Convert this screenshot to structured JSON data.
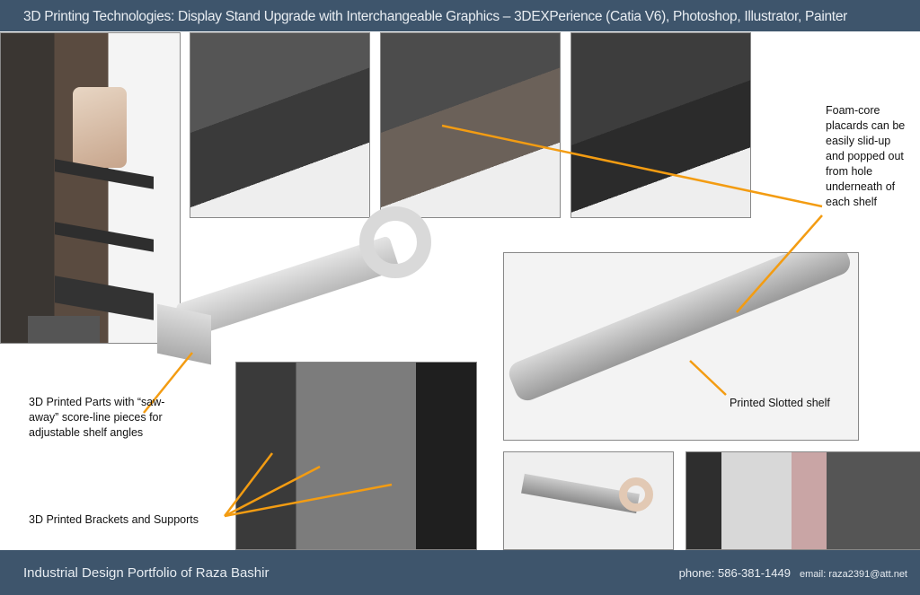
{
  "header": {
    "title": "3D Printing Technologies: Display Stand Upgrade with Interchangeable Graphics – 3DEXPerience (Catia V6), Photoshop, Illustrator, Painter"
  },
  "annotations": {
    "placards": "Foam-core placards can be easily slid-up and popped out from hole underneath of each shelf",
    "slotted_shelf": "Printed Slotted shelf",
    "parts": "3D Printed Parts with “saw-away” score-line pieces for adjustable shelf angles",
    "brackets": "3D Printed Brackets and Supports"
  },
  "footer": {
    "portfolio": "Industrial Design Portfolio of Raza Bashir",
    "phone_label": "phone:",
    "phone": "586-381-1449",
    "email_label": "email:",
    "email": "raza2391@att.net"
  },
  "colors": {
    "header": "#3e556c",
    "callout": "#f39c12"
  }
}
